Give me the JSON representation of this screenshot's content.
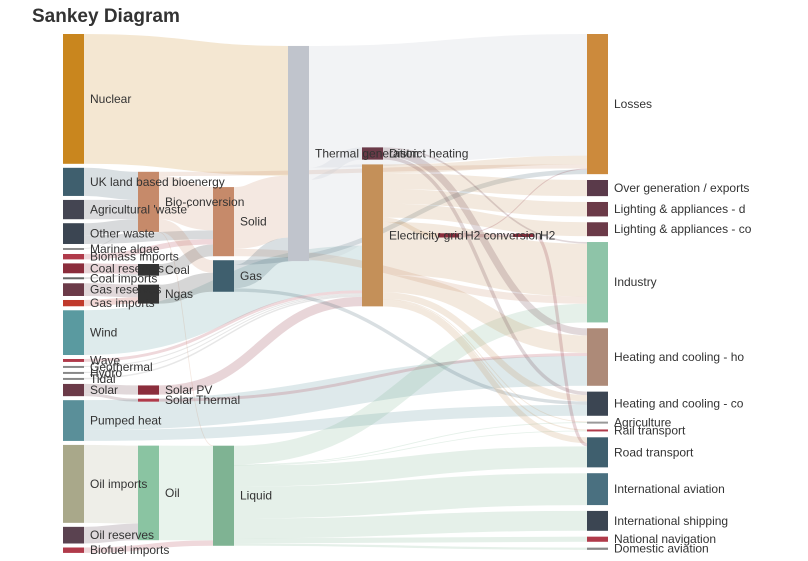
{
  "chart_data": {
    "type": "sankey",
    "title": "Sankey Diagram",
    "nodes": [
      {
        "name": "Nuclear",
        "column": 0,
        "color": "#c9861e"
      },
      {
        "name": "UK land based bioenergy",
        "column": 0,
        "color": "#3f5f6e"
      },
      {
        "name": "Agricultural 'waste'",
        "column": 0,
        "color": "#444552"
      },
      {
        "name": "Other waste",
        "column": 0,
        "color": "#3b4552"
      },
      {
        "name": "Marine algae",
        "column": 0,
        "color": "#8c8c8c"
      },
      {
        "name": "Biomass imports",
        "column": 0,
        "color": "#b03a4a"
      },
      {
        "name": "Coal reserves",
        "column": 0,
        "color": "#8b2d3c"
      },
      {
        "name": "Coal imports",
        "column": 0,
        "color": "#666666"
      },
      {
        "name": "Gas reserves",
        "column": 0,
        "color": "#6b3a48"
      },
      {
        "name": "Gas imports",
        "column": 0,
        "color": "#c0392b"
      },
      {
        "name": "Wind",
        "column": 0,
        "color": "#5a9aa0"
      },
      {
        "name": "Wave",
        "column": 0,
        "color": "#b03a4a"
      },
      {
        "name": "Geothermal",
        "column": 0,
        "color": "#888888"
      },
      {
        "name": "Hydro",
        "column": 0,
        "color": "#888888"
      },
      {
        "name": "Tidal",
        "column": 0,
        "color": "#888888"
      },
      {
        "name": "Solar",
        "column": 0,
        "color": "#6b3a48"
      },
      {
        "name": "Pumped heat",
        "column": 0,
        "color": "#5a8f99"
      },
      {
        "name": "Oil imports",
        "column": 0,
        "color": "#a9a88a"
      },
      {
        "name": "Oil reserves",
        "column": 0,
        "color": "#5a4250"
      },
      {
        "name": "Biofuel imports",
        "column": 0,
        "color": "#b03a4a"
      },
      {
        "name": "Bio-conversion",
        "column": 1,
        "color": "#c68a6a"
      },
      {
        "name": "Coal",
        "column": 1,
        "color": "#333333"
      },
      {
        "name": "Ngas",
        "column": 1,
        "color": "#333333"
      },
      {
        "name": "Solar PV",
        "column": 1,
        "color": "#8b2d3c"
      },
      {
        "name": "Solar Thermal",
        "column": 1,
        "color": "#b03a4a"
      },
      {
        "name": "Oil",
        "column": 1,
        "color": "#8ac4a2"
      },
      {
        "name": "Solid",
        "column": 2,
        "color": "#c68a6a"
      },
      {
        "name": "Gas",
        "column": 2,
        "color": "#3f5f6e"
      },
      {
        "name": "Liquid",
        "column": 2,
        "color": "#7fb393"
      },
      {
        "name": "Thermal generation",
        "column": 3,
        "color": "#c0c4cc"
      },
      {
        "name": "Electricity grid",
        "column": 4,
        "color": "#c49059"
      },
      {
        "name": "District heating",
        "column": 4,
        "color": "#6b3a48"
      },
      {
        "name": "H2 conversion",
        "column": 5,
        "color": "#8b2d3c"
      },
      {
        "name": "H2",
        "column": 6,
        "color": "#8b2d3c"
      },
      {
        "name": "Losses",
        "column": 7,
        "color": "#cc8a3c"
      },
      {
        "name": "Over generation / exports",
        "column": 7,
        "color": "#5a3a4a"
      },
      {
        "name": "Lighting & appliances - domestic",
        "column": 7,
        "color": "#6b3a48"
      },
      {
        "name": "Lighting & appliances - commercial",
        "column": 7,
        "color": "#6b3a48"
      },
      {
        "name": "Industry",
        "column": 7,
        "color": "#8ec4a8"
      },
      {
        "name": "Heating and cooling - homes",
        "column": 7,
        "color": "#ad8a78"
      },
      {
        "name": "Heating and cooling - commercial",
        "column": 7,
        "color": "#3b4552"
      },
      {
        "name": "Agriculture",
        "column": 7,
        "color": "#999999"
      },
      {
        "name": "Rail transport",
        "column": 7,
        "color": "#b03a4a"
      },
      {
        "name": "Road transport",
        "column": 7,
        "color": "#3f5f6e"
      },
      {
        "name": "International aviation",
        "column": 7,
        "color": "#4a7080"
      },
      {
        "name": "International shipping",
        "column": 7,
        "color": "#3b4552"
      },
      {
        "name": "National navigation",
        "column": 7,
        "color": "#b03a4a"
      },
      {
        "name": "Domestic aviation",
        "column": 7,
        "color": "#888888"
      }
    ],
    "links": [
      {
        "source": "Nuclear",
        "target": "Thermal generation",
        "value": 839.978
      },
      {
        "source": "UK land based bioenergy",
        "target": "Bio-conversion",
        "value": 182.01
      },
      {
        "source": "Agricultural 'waste'",
        "target": "Bio-conversion",
        "value": 124.729
      },
      {
        "source": "Other waste",
        "target": "Bio-conversion",
        "value": 77.81
      },
      {
        "source": "Other waste",
        "target": "Solid",
        "value": 56.587
      },
      {
        "source": "Marine algae",
        "target": "Bio-conversion",
        "value": 4.375
      },
      {
        "source": "Biomass imports",
        "target": "Solid",
        "value": 35
      },
      {
        "source": "Coal reserves",
        "target": "Coal",
        "value": 63.965
      },
      {
        "source": "Coal imports",
        "target": "Coal",
        "value": 11.606
      },
      {
        "source": "Gas reserves",
        "target": "Ngas",
        "value": 82.233
      },
      {
        "source": "Gas imports",
        "target": "Ngas",
        "value": 40.719
      },
      {
        "source": "Wind",
        "target": "Electricity grid",
        "value": 289.366
      },
      {
        "source": "Wave",
        "target": "Electricity grid",
        "value": 19.013
      },
      {
        "source": "Geothermal",
        "target": "Electricity grid",
        "value": 7.013
      },
      {
        "source": "Hydro",
        "target": "Electricity grid",
        "value": 6.995
      },
      {
        "source": "Tidal",
        "target": "Electricity grid",
        "value": 9.452
      },
      {
        "source": "Solar",
        "target": "Solar PV",
        "value": 59.901
      },
      {
        "source": "Solar",
        "target": "Solar Thermal",
        "value": 19.263
      },
      {
        "source": "Pumped heat",
        "target": "Heating and cooling - homes",
        "value": 193.026
      },
      {
        "source": "Pumped heat",
        "target": "Heating and cooling - commercial",
        "value": 70.672
      },
      {
        "source": "Oil imports",
        "target": "Oil",
        "value": 504.287
      },
      {
        "source": "Oil reserves",
        "target": "Oil",
        "value": 107.703
      },
      {
        "source": "Biofuel imports",
        "target": "Liquid",
        "value": 35
      },
      {
        "source": "Bio-conversion",
        "target": "Solid",
        "value": 280.322
      },
      {
        "source": "Bio-conversion",
        "target": "Gas",
        "value": 81.144
      },
      {
        "source": "Bio-conversion",
        "target": "Liquid",
        "value": 0.597
      },
      {
        "source": "Bio-conversion",
        "target": "Losses",
        "value": 26.862
      },
      {
        "source": "Coal",
        "target": "Solid",
        "value": 75.571
      },
      {
        "source": "Ngas",
        "target": "Gas",
        "value": 122.952
      },
      {
        "source": "Solar PV",
        "target": "Electricity grid",
        "value": 59.901
      },
      {
        "source": "Solar Thermal",
        "target": "Heating and cooling - homes",
        "value": 19.263
      },
      {
        "source": "Oil",
        "target": "Liquid",
        "value": 611.99
      },
      {
        "source": "Solid",
        "target": "Thermal generation",
        "value": 400.12
      },
      {
        "source": "Solid",
        "target": "Industry",
        "value": 46.477
      },
      {
        "source": "Gas",
        "target": "Thermal generation",
        "value": 151.891
      },
      {
        "source": "Gas",
        "target": "Heating and cooling - commercial",
        "value": 22.205
      },
      {
        "source": "Gas",
        "target": "Losses",
        "value": 30
      },
      {
        "source": "Liquid",
        "target": "Industry",
        "value": 121.066
      },
      {
        "source": "Liquid",
        "target": "International shipping",
        "value": 128.69
      },
      {
        "source": "Liquid",
        "target": "Road transport",
        "value": 135.835
      },
      {
        "source": "Liquid",
        "target": "Domestic aviation",
        "value": 14.458
      },
      {
        "source": "Liquid",
        "target": "International aviation",
        "value": 206.267
      },
      {
        "source": "Liquid",
        "target": "Agriculture",
        "value": 3.64
      },
      {
        "source": "Liquid",
        "target": "National navigation",
        "value": 33.218
      },
      {
        "source": "Liquid",
        "target": "Rail transport",
        "value": 4.413
      },
      {
        "source": "Thermal generation",
        "target": "Electricity grid",
        "value": 525.531
      },
      {
        "source": "Thermal generation",
        "target": "Losses",
        "value": 787.129
      },
      {
        "source": "Thermal generation",
        "target": "District heating",
        "value": 79.329
      },
      {
        "source": "Electricity grid",
        "target": "Over generation / exports",
        "value": 104.453
      },
      {
        "source": "Electricity grid",
        "target": "Heating and cooling - homes",
        "value": 113.726
      },
      {
        "source": "Electricity grid",
        "target": "H2 conversion",
        "value": 27.14
      },
      {
        "source": "Electricity grid",
        "target": "Industry",
        "value": 342.165
      },
      {
        "source": "Electricity grid",
        "target": "Road transport",
        "value": 37.797
      },
      {
        "source": "Electricity grid",
        "target": "Agriculture",
        "value": 4.412
      },
      {
        "source": "Electricity grid",
        "target": "Heating and cooling - commercial",
        "value": 40.858
      },
      {
        "source": "Electricity grid",
        "target": "Losses",
        "value": 56.691
      },
      {
        "source": "Electricity grid",
        "target": "Rail transport",
        "value": 7.863
      },
      {
        "source": "Electricity grid",
        "target": "Lighting & appliances - commercial",
        "value": 90.008
      },
      {
        "source": "Electricity grid",
        "target": "Lighting & appliances - domestic",
        "value": 93.494
      },
      {
        "source": "District heating",
        "target": "Industry",
        "value": 10.639
      },
      {
        "source": "District heating",
        "target": "Heating and cooling - commercial",
        "value": 22.505
      },
      {
        "source": "District heating",
        "target": "Heating and cooling - homes",
        "value": 46.184
      },
      {
        "source": "H2 conversion",
        "target": "H2",
        "value": 20.897
      },
      {
        "source": "H2 conversion",
        "target": "Losses",
        "value": 6.242
      },
      {
        "source": "H2",
        "target": "Road transport",
        "value": 20.897
      }
    ]
  }
}
